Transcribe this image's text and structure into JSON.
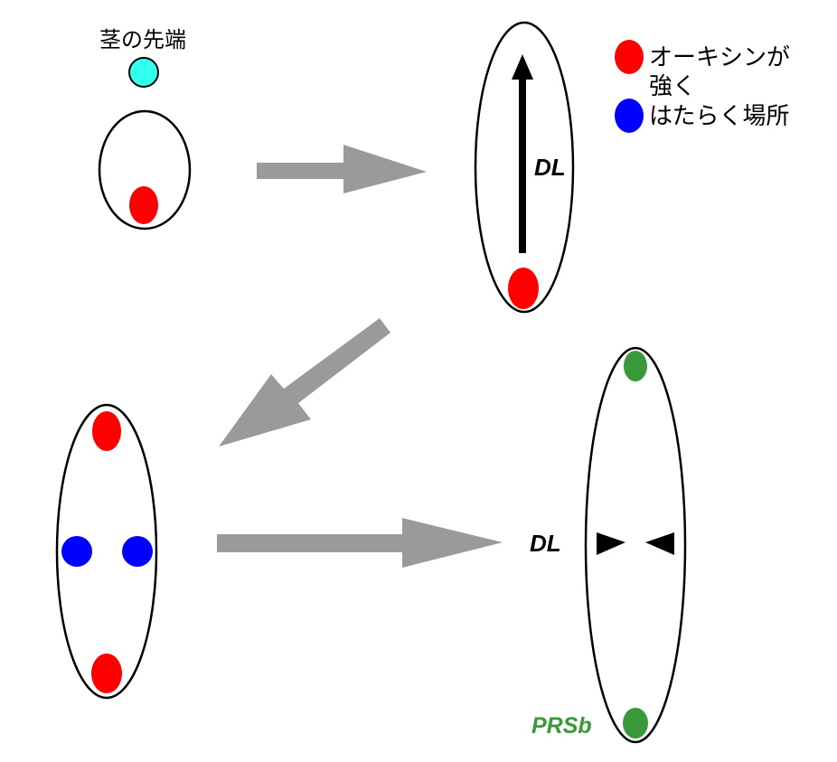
{
  "labels": {
    "stem_tip": "茎の先端",
    "dl_top": "DL",
    "dl_bottom": "DL",
    "prsb": "PRSb"
  },
  "legend": {
    "items": [
      {
        "lines": [
          "オーキシンが",
          "強く"
        ],
        "color": "#ff0000"
      },
      {
        "lines": [
          "はたらく場所"
        ],
        "color": "#0000ff"
      }
    ]
  },
  "colors": {
    "auxin_red": "#ff0000",
    "working_blue": "#0000ff",
    "stem_tip_cyan": "#33ffee",
    "prsb_green": "#3a9a3a",
    "arrow_gray": "#9a9a9a",
    "outline": "#000000"
  }
}
